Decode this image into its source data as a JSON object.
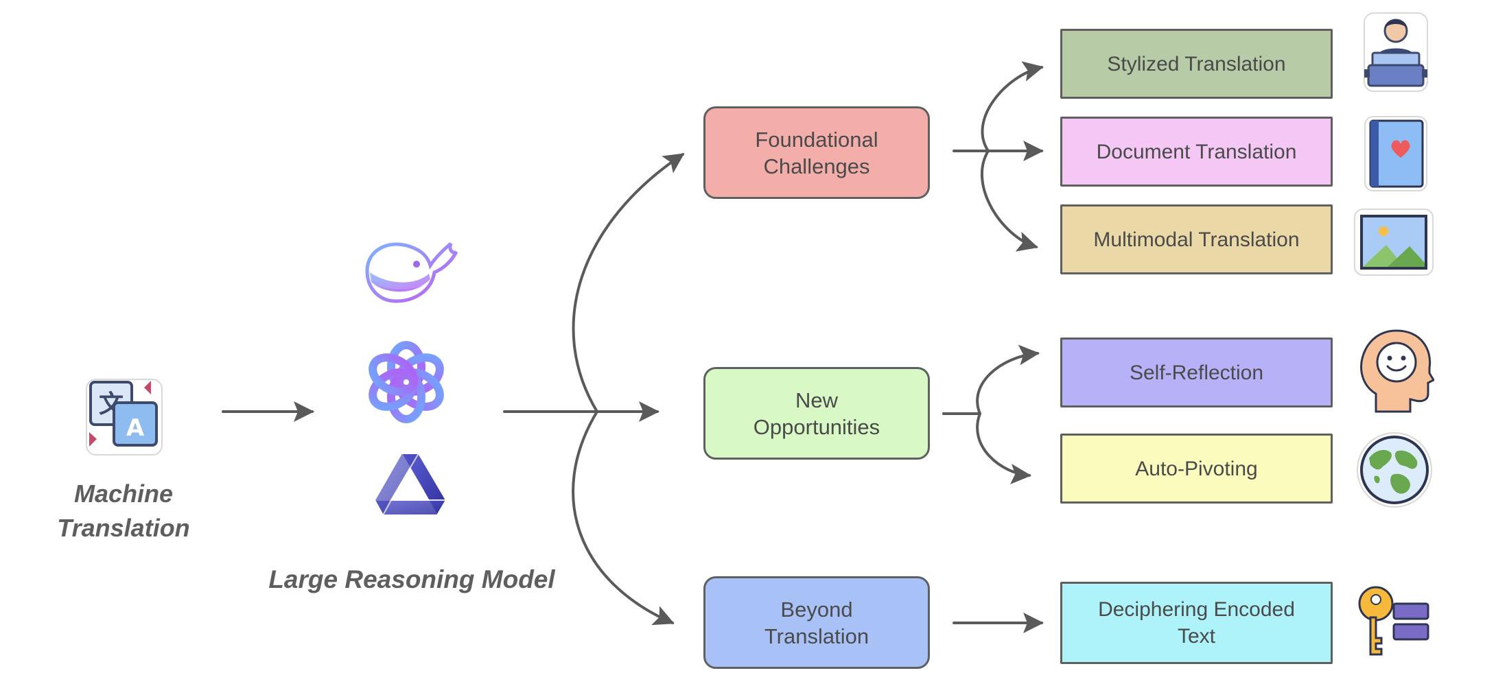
{
  "source": {
    "label": "Machine\nTranslation",
    "icon": "translate-icon"
  },
  "models": {
    "label": "Large Reasoning Model",
    "icons": [
      "deepseek-whale-icon",
      "openai-knot-icon",
      "qwen-logo-icon"
    ]
  },
  "categories": [
    {
      "label": "Foundational\nChallenges",
      "color": "#f3aeaa",
      "items": [
        {
          "label": "Stylized Translation",
          "color": "#b8cba7",
          "icon": "typewriter-person-icon"
        },
        {
          "label": "Document Translation",
          "color": "#f5c7f5",
          "icon": "book-heart-icon"
        },
        {
          "label": "Multimodal Translation",
          "color": "#ead9a7",
          "icon": "picture-icon"
        }
      ]
    },
    {
      "label": "New\nOpportunities",
      "color": "#d8f9c5",
      "items": [
        {
          "label": "Self-Reflection",
          "color": "#b7b2f7",
          "icon": "smiling-head-icon"
        },
        {
          "label": "Auto-Pivoting",
          "color": "#fbfbbd",
          "icon": "globe-icon"
        }
      ]
    },
    {
      "label": "Beyond\nTranslation",
      "color": "#a8c2f8",
      "items": [
        {
          "label": "Deciphering Encoded\nText",
          "color": "#aef2fa",
          "icon": "key-icon"
        }
      ]
    }
  ]
}
